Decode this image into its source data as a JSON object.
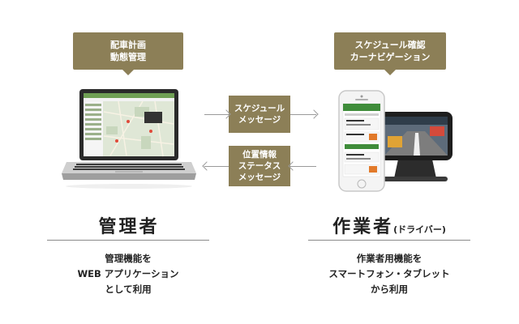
{
  "admin": {
    "callout": [
      "配車計画",
      "動態管理"
    ],
    "title": "管理者",
    "description": [
      "管理機能を",
      "WEB アプリケーション",
      "として利用"
    ]
  },
  "driver": {
    "callout": [
      "スケジュール確認",
      "カーナビゲーション"
    ],
    "title": "作業者",
    "title_suffix": "(ドライバー)",
    "description": [
      "作業者用機能を",
      "スマートフォン・タブレット",
      "から利用"
    ]
  },
  "flows": {
    "to_driver": [
      "スケジュール",
      "メッセージ"
    ],
    "to_admin": [
      "位置情報",
      "ステータス",
      "メッセージ"
    ]
  },
  "colors": {
    "accent": "#8c7f57",
    "line": "#8a8a8a"
  }
}
